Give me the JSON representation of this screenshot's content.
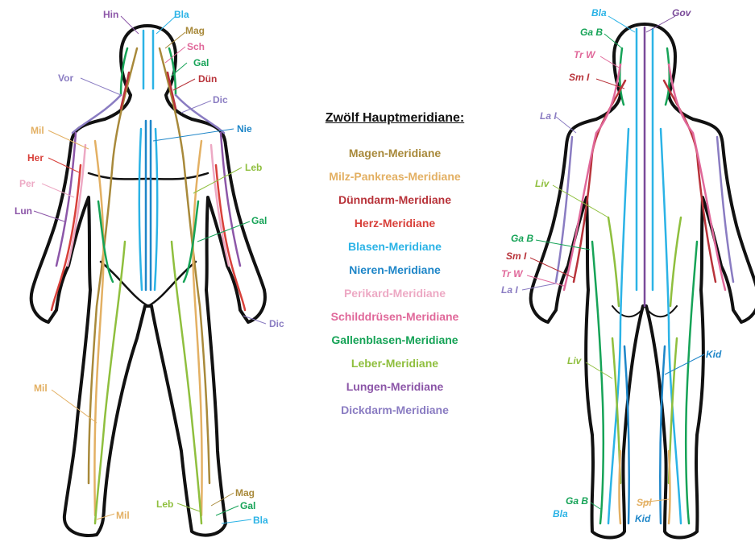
{
  "title": "Zwölf Hauptmeridiane:",
  "colors": {
    "magen": "#a8893a",
    "milz": "#e3b063",
    "duenndarm": "#b8333a",
    "herz": "#d8403a",
    "blasen": "#2bb3e6",
    "nieren": "#1e86c8",
    "perikard": "#eda9c4",
    "schild": "#e0689a",
    "gallen": "#16a357",
    "leber": "#8fbf3e",
    "lungen": "#8c56a8",
    "dickdarm": "#8a7cc2",
    "body": "#111111",
    "gov": "#7a4a99"
  },
  "legend": [
    {
      "label": "Magen-Meridiane",
      "color": "#a8893a"
    },
    {
      "label": "Milz-Pankreas-Meridiane",
      "color": "#e3b063"
    },
    {
      "label": "Dünndarm-Meridiane",
      "color": "#b8333a"
    },
    {
      "label": "Herz-Meridiane",
      "color": "#d8403a"
    },
    {
      "label": "Blasen-Meridiane",
      "color": "#2bb3e6"
    },
    {
      "label": "Nieren-Meridiane",
      "color": "#1e86c8"
    },
    {
      "label": "Perikard-Meridiane",
      "color": "#eda9c4"
    },
    {
      "label": "Schilddrüsen-Meridiane",
      "color": "#e0689a"
    },
    {
      "label": "Gallenblasen-Meridiane",
      "color": "#16a357"
    },
    {
      "label": "Leber-Meridiane",
      "color": "#8fbf3e"
    },
    {
      "label": "Lungen-Meridiane",
      "color": "#8c56a8"
    },
    {
      "label": "Dickdarm-Meridiane",
      "color": "#8a7cc2"
    }
  ],
  "front_labels": {
    "hin": "Hin",
    "bla_head": "Bla",
    "mag_head": "Mag",
    "sch": "Sch",
    "gal_head": "Gal",
    "duen": "Dün",
    "vor": "Vor",
    "dic_shoulder": "Dic",
    "nie": "Nie",
    "mil_arm": "Mil",
    "her": "Her",
    "leb_arm": "Leb",
    "per": "Per",
    "lun": "Lun",
    "gal_arm": "Gal",
    "dic_hand": "Dic",
    "mil_leg": "Mil",
    "mag_foot": "Mag",
    "leb_foot": "Leb",
    "gal_foot": "Gal",
    "mil_foot": "Mil",
    "bla_foot": "Bla"
  },
  "back_labels": {
    "bla_head": "Bla",
    "gov": "Gov",
    "gab_head": "Ga B",
    "trw_head": "Tr W",
    "smi_head": "Sm I",
    "lai_shoulder": "La I",
    "liv_arm": "Liv",
    "gab_arm": "Ga B",
    "smi_arm": "Sm I",
    "trw_arm": "Tr W",
    "lai_arm": "La I",
    "kid_leg": "Kid",
    "liv_leg": "Liv",
    "gab_foot": "Ga B",
    "spl": "Spl",
    "bla_foot": "Bla",
    "kid_foot": "Kid"
  }
}
